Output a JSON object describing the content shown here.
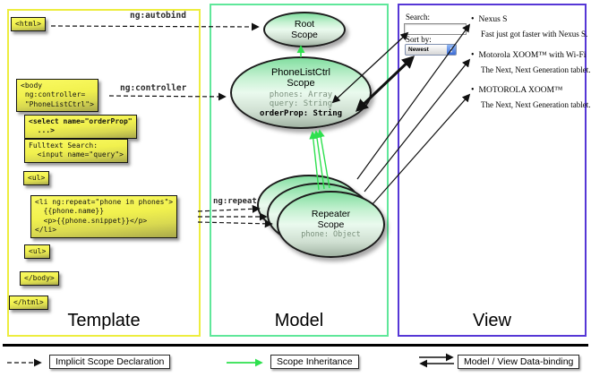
{
  "columns": {
    "template": {
      "label": "Template"
    },
    "model": {
      "label": "Model"
    },
    "view": {
      "label": "View"
    }
  },
  "annotations": {
    "autobind": "ng:autobind",
    "controller": "ng:controller",
    "repeat": "ng:repeat"
  },
  "template_code": {
    "html_open": "<html>",
    "body_open": "<body\n ng:controller=\n \"PhoneListCtrl\">",
    "select": "<select name=\"orderProp\"\n  ...>",
    "fulltext": "Fulltext Search:\n  <input name=\"query\">",
    "ul_first": "<ul>",
    "li_repeat": "<li ng:repeat=\"phone in phones\">\n  {{phone.name}}\n  <p>{{phone.snippet}}</p>\n</li>",
    "ul_second": "<ul>",
    "body_close": "</body>",
    "html_close": "</html>"
  },
  "scopes": {
    "root": {
      "title": "Root\nScope"
    },
    "phone_list": {
      "title": "PhoneListCtrl\nScope",
      "props_gray": "phones: Array\nquery: String",
      "prop_bold": "orderProp: String"
    },
    "repeater": {
      "title": "Repeater\nScope",
      "prop": "phone: Object"
    }
  },
  "view": {
    "search_label": "Search:",
    "search_value": "",
    "sort_label": "Sort by:",
    "sort_value": "Newest",
    "items": [
      {
        "bullet": "•",
        "title": "Nexus S",
        "snippet": "Fast just got faster with Nexus S."
      },
      {
        "bullet": "•",
        "title": "Motorola XOOM™  with Wi-Fi",
        "snippet": "The Next, Next Generation tablet."
      },
      {
        "bullet": "•",
        "title": "MOTOROLA XOOM™",
        "snippet": "The Next, Next Generation tablet."
      }
    ]
  },
  "legend": {
    "implicit": "Implicit Scope Declaration",
    "inheritance": "Scope Inheritance",
    "binding": "Model / View Data-binding"
  },
  "colors": {
    "template_border": "#eded3f",
    "model_border": "#5fe79a",
    "view_border": "#5637d6",
    "inheritance_green": "#2ee04e",
    "code_yellow": "#f1f14e",
    "arrow_black": "#111111"
  }
}
